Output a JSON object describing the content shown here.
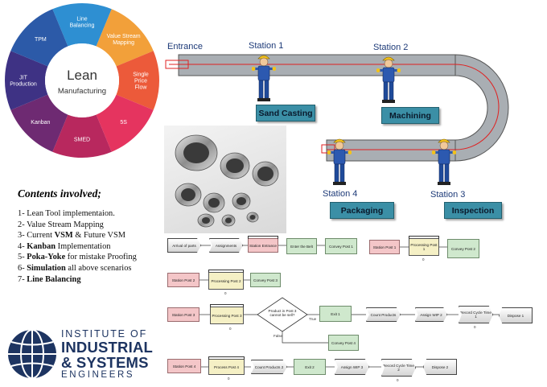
{
  "wheel": {
    "center_title": "Lean",
    "center_subtitle": "Manufacturing",
    "segments": [
      {
        "label": "Line\nBalancing",
        "color": "#2e8fd2"
      },
      {
        "label": "Value Stream\nMapping",
        "color": "#f2a03a"
      },
      {
        "label": "Single\nPrice\nFlow",
        "color": "#ec5a3a"
      },
      {
        "label": "5S",
        "color": "#e5345f"
      },
      {
        "label": "SMED",
        "color": "#b8285e"
      },
      {
        "label": "Kanban",
        "color": "#6e2a72"
      },
      {
        "label": "JIT\nProduction",
        "color": "#3e3284"
      },
      {
        "label": "TPM",
        "color": "#2c5aa8"
      }
    ]
  },
  "contents": {
    "title": "Contents involved;",
    "items": [
      {
        "prefix": "1- Lean Tool implementaion.",
        "bold": "",
        "suffix": ""
      },
      {
        "prefix": "2- Value Stream Mapping",
        "bold": "",
        "suffix": ""
      },
      {
        "prefix": "3- Current ",
        "bold": "VSM",
        "suffix": " & Future VSM"
      },
      {
        "prefix": "4- ",
        "bold": "Kanban",
        "suffix": " Implementation"
      },
      {
        "prefix": "5- ",
        "bold": "Poka-Yoke",
        "suffix": " for mistake Proofing"
      },
      {
        "prefix": "6- ",
        "bold": "Simulation",
        "suffix": " all above scenarios"
      },
      {
        "prefix": "7- ",
        "bold": "Line Balancing",
        "suffix": ""
      }
    ]
  },
  "logo": {
    "line1": "INSTITUTE OF",
    "line2": "INDUSTRIAL",
    "line3": "& SYSTEMS",
    "line4": "ENGINEERS",
    "color": "#1d3461"
  },
  "line_layout": {
    "entrance": "Entrance",
    "stations": [
      "Station 1",
      "Station 2",
      "Station 4",
      "Station 3"
    ],
    "processes": [
      "Sand Casting",
      "Machining",
      "Packaging",
      "Inspection"
    ]
  },
  "simulation": {
    "row1": [
      "Arrival of parts",
      "Assignments",
      "Station Entrance",
      "Enter the Belt",
      "Convey Post 1",
      "Station Post 1",
      "Processing Post 1",
      "Convey Post 2"
    ],
    "row2": [
      "Station Post 2",
      "Processing Post 2",
      "Convey Post 3"
    ],
    "row3": [
      "Station Post 3",
      "Processing Post 3",
      "Product in Post 3 cannot be sell?",
      "Exit 1",
      "Count Products",
      "Assign WIP 2",
      "Record Cycle Time 1",
      "Dispose 1"
    ],
    "row3b": [
      "Convey Post 4"
    ],
    "row4": [
      "Station Post 4",
      "Process Post 4",
      "Count Products 2",
      "Exit 2",
      "Assign WIP 3",
      "Record Cycle Time 2",
      "Dispose 2"
    ],
    "counts": [
      "0",
      "0",
      "0",
      "0",
      "0",
      "0",
      "0",
      "0"
    ],
    "decision_labels": [
      "True",
      "False"
    ]
  }
}
